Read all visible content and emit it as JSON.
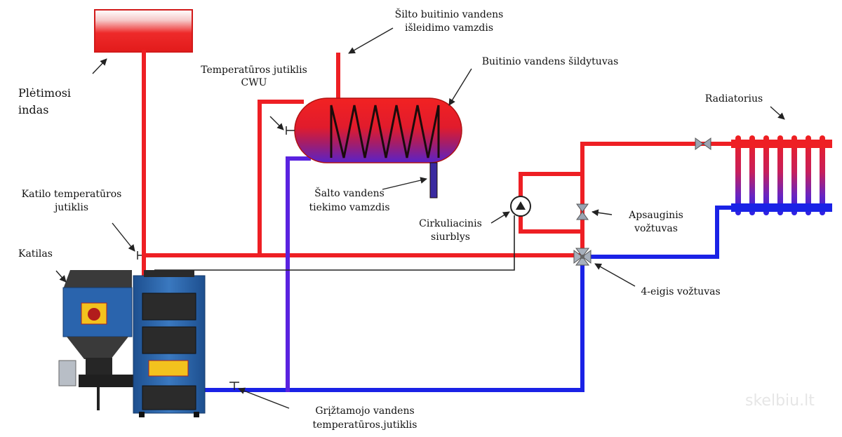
{
  "colors": {
    "hot": "#ee1f24",
    "cold": "#1a22e6",
    "return_violet": "#5a22e0",
    "arrow": "#222222",
    "boiler_blue": "#2a63a8"
  },
  "labels": {
    "expansion_tank": [
      "Plėtimosi",
      "indas"
    ],
    "temp_sensor_cwu": [
      "Temperatūros jutiklis",
      "CWU"
    ],
    "hot_outlet": [
      "Šilto buitinio vandens",
      "išleidimo vamzdis"
    ],
    "water_heater": "Buitinio vandens šildytuvas",
    "radiator": "Radiatorius",
    "boiler_temp_sensor": [
      "Katilo temperatūros",
      "jutiklis"
    ],
    "boiler": "Katilas",
    "cold_inlet": [
      "Šalto vandens",
      "tiekimo vamzdis"
    ],
    "circ_pump": [
      "Cirkuliacinis",
      "siurblys"
    ],
    "safety_valve": [
      "Apsauginis",
      "vožtuvas"
    ],
    "four_way_valve": "4-eigis vožtuvas",
    "return_sensor": [
      "Grįžtamojo vandens",
      "temperatūros.jutiklis"
    ]
  },
  "watermark": "skelbiu.lt",
  "icons": {
    "pump": "circle-triangle-pump-icon",
    "valve": "bowtie-valve-icon",
    "four_way": "four-way-valve-icon",
    "sensor": "t-sensor-icon"
  }
}
